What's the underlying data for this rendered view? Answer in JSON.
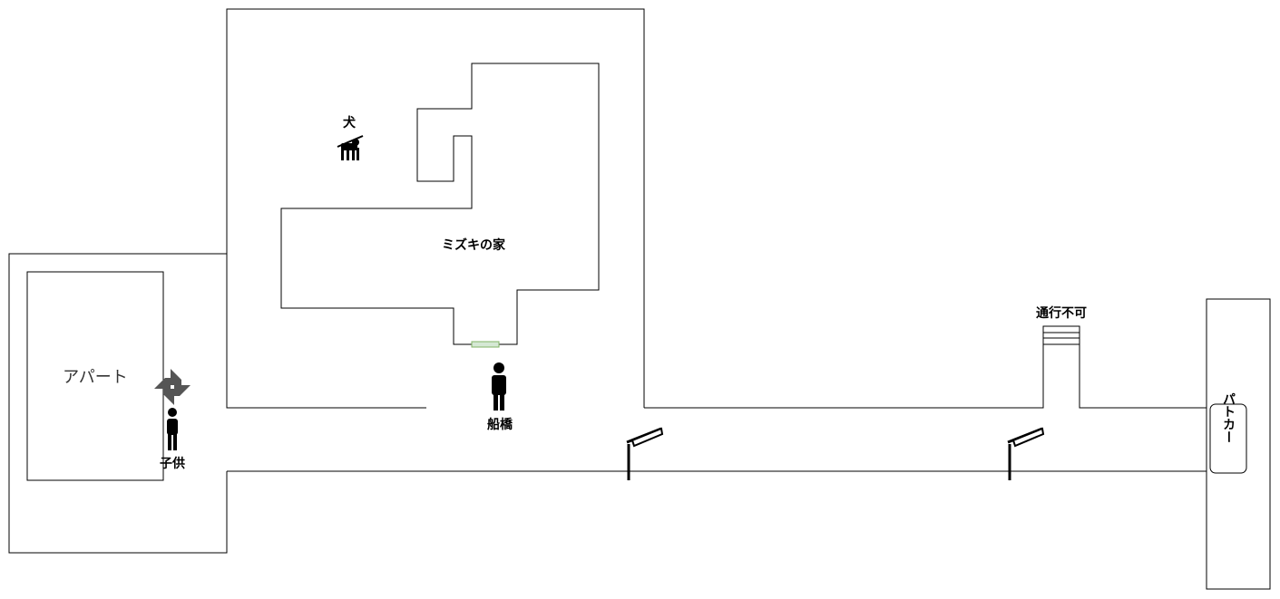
{
  "labels": {
    "apartment": "アパート",
    "child": "子供",
    "dog": "犬",
    "house": "ミズキの家",
    "funabashi": "船橋",
    "no_entry": "通行不可",
    "police_car": "パトカー"
  },
  "icons": [
    "person-icon",
    "dog-icon",
    "pinwheel-icon",
    "street-lamp-icon",
    "barrier-icon"
  ],
  "colors": {
    "line": "#000000",
    "door_fill": "#d5e8d4",
    "door_stroke": "#82b366",
    "pinwheel": "#555555"
  }
}
